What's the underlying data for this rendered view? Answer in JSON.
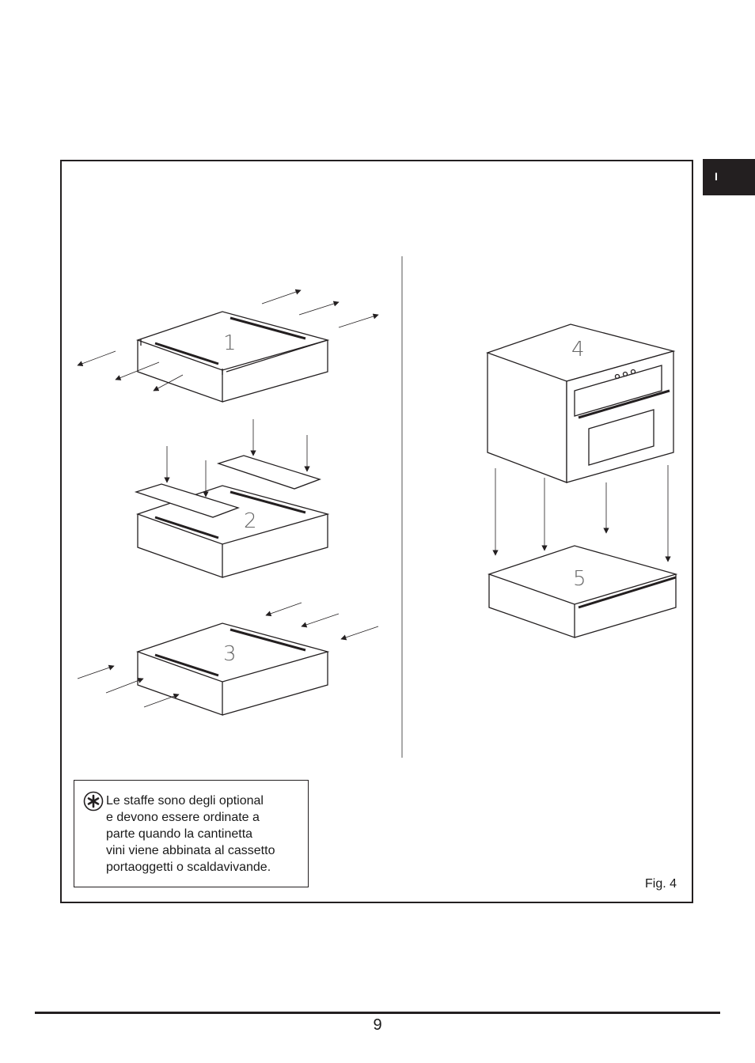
{
  "language_tab": "I",
  "steps": [
    "1",
    "2",
    "3",
    "4",
    "5"
  ],
  "note": {
    "icon": "asterisk-circle-icon",
    "lines": [
      "Le staffe sono degli optional",
      "e devono essere ordinate a",
      "parte quando la cantinetta",
      "vini viene abbinata al cassetto",
      "portaoggetti o scaldavivande."
    ]
  },
  "figure_label": "Fig. 4",
  "page_number": "9"
}
